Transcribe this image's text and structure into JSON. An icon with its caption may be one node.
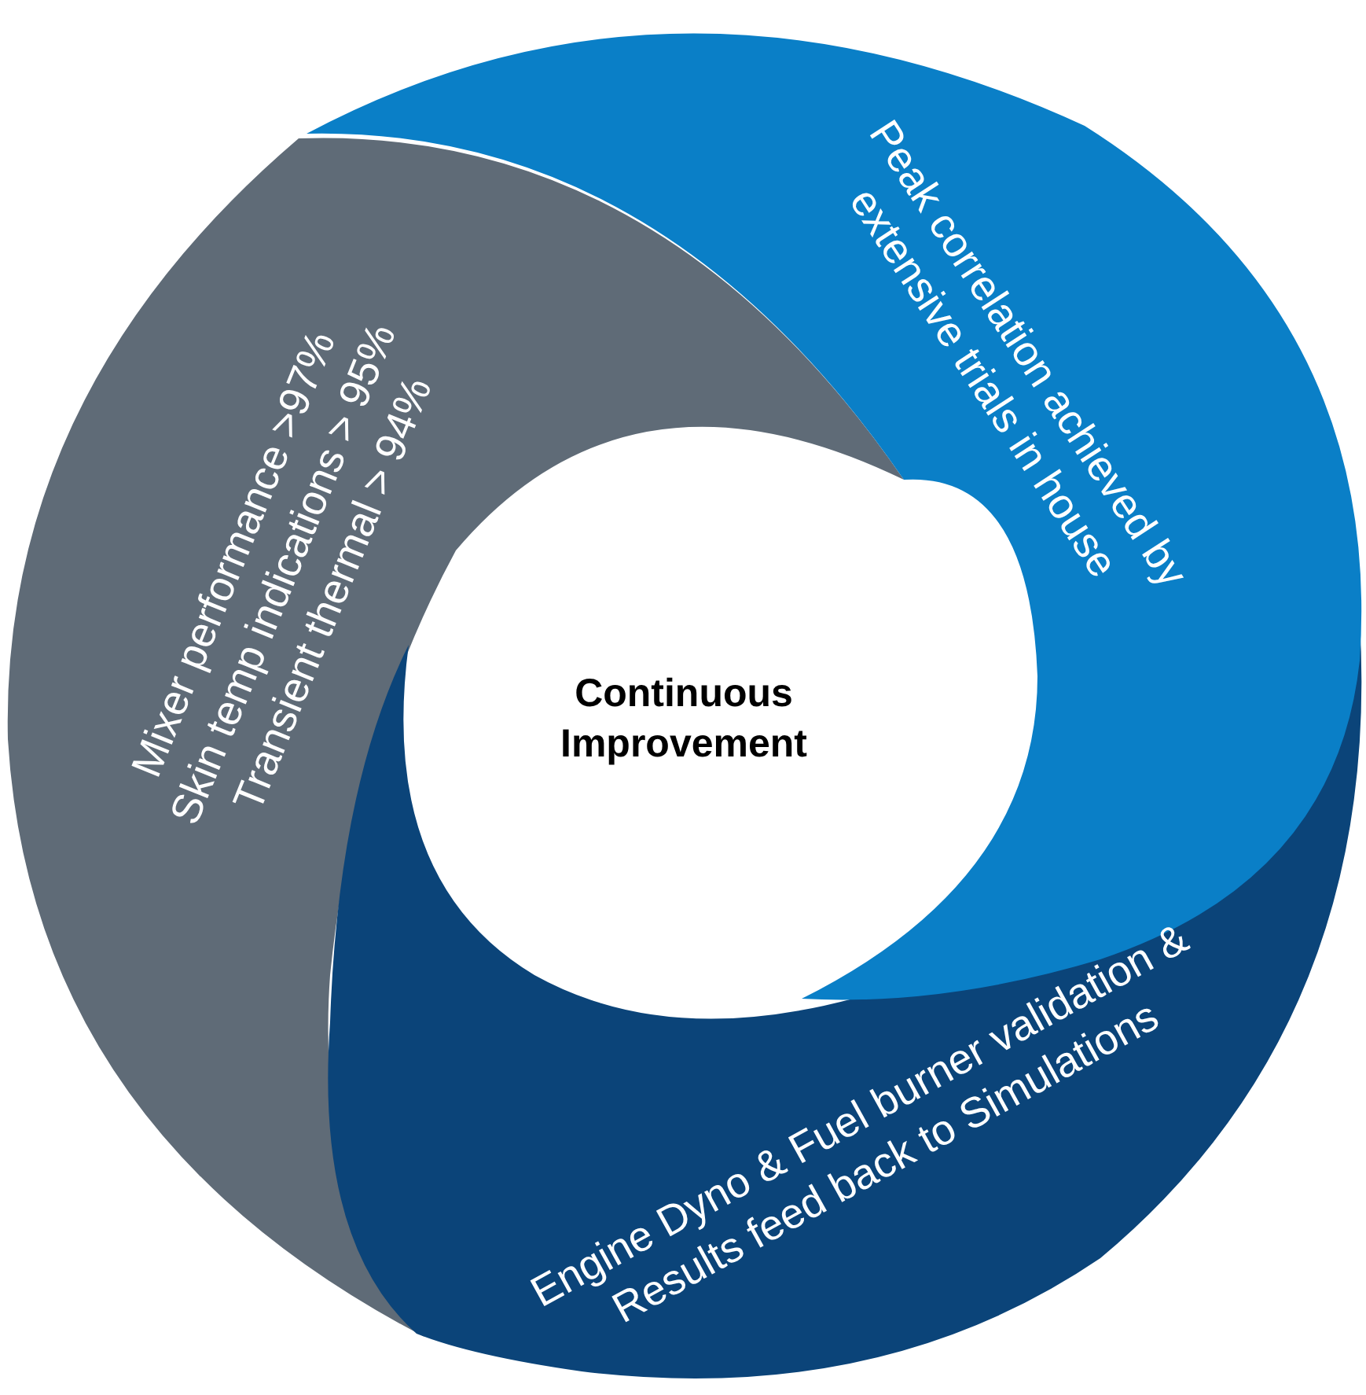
{
  "diagram": {
    "nodes": [
      {
        "text": [
          "Continuous Improvement"
        ]
      },
      {
        "text": [
          "Peak correlation achieved by extensive trials in house"
        ]
      },
      {
        "text": [
          "Engine Dyno & Fuel burner validation & Results feed back to Simulations"
        ]
      },
      {
        "text": [
          "Mixer performance >97%",
          "Skin temp indications > 95%",
          "Transient thermal > 94%"
        ]
      }
    ]
  }
}
